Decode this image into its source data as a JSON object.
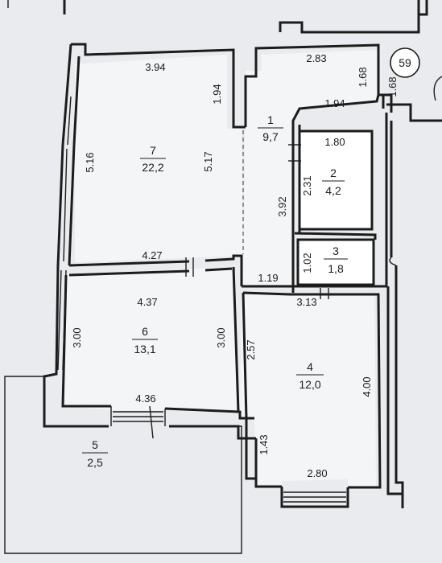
{
  "plan": {
    "apartment_number": "59",
    "rooms": [
      {
        "id": "room-1",
        "number": "1",
        "area": "9,7"
      },
      {
        "id": "room-2",
        "number": "2",
        "area": "4,2"
      },
      {
        "id": "room-3",
        "number": "3",
        "area": "1,8"
      },
      {
        "id": "room-4",
        "number": "4",
        "area": "12,0"
      },
      {
        "id": "room-5",
        "number": "5",
        "area": "2,5"
      },
      {
        "id": "room-6",
        "number": "6",
        "area": "13,1"
      },
      {
        "id": "room-7",
        "number": "7",
        "area": "22,2"
      }
    ],
    "dimensions": {
      "r7_top": "3.94",
      "r7_notch": "1.94",
      "r7_left": "5.16",
      "r7_right": "5.17",
      "r7_bottom": "4.27",
      "r1_top": "2.83",
      "r1_right_top": "1.68",
      "r1_right_outer": "1.68",
      "r1_mid": "1.94",
      "r1_left": "3.92",
      "r1_bottom": "1.19",
      "r2_top": "1.80",
      "r2_side": "2.31",
      "r3_side": "1.02",
      "r4_top": "3.13",
      "r4_left": "2.57",
      "r4_right": "4.00",
      "r4_lower_left": "1.43",
      "r4_bottom": "2.80",
      "r6_top": "4.37",
      "r6_left": "3.00",
      "r6_right": "3.00",
      "r6_bottom": "4.36"
    }
  }
}
